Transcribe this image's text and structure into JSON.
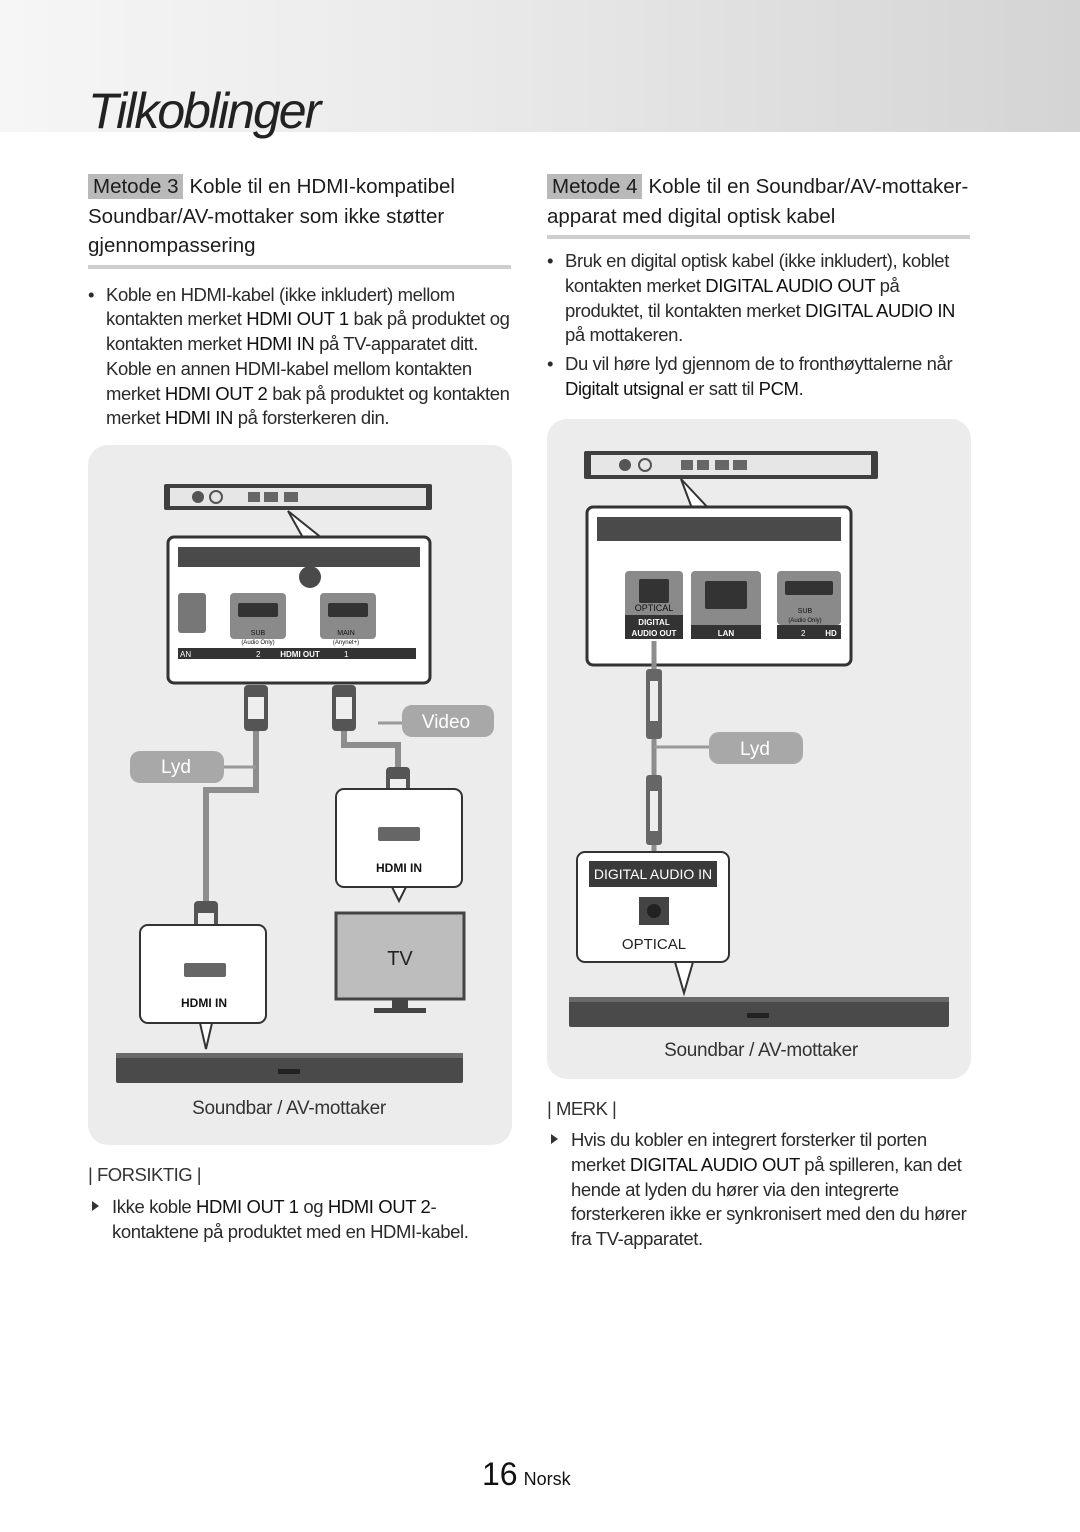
{
  "header": {
    "title": "Tilkoblinger"
  },
  "method3": {
    "tag": "Metode 3",
    "title_line1": "Koble til en HDMI-kompatibel",
    "title_line2": "Soundbar/AV-mottaker som ikke støtter",
    "title_line3": "gjennompassering",
    "bullet": {
      "t1": "Koble en HDMI-kabel (ikke inkludert) mellom kontakten merket ",
      "b1": "HDMI OUT 1",
      "t2": " bak på produktet og kontakten merket ",
      "b2": "HDMI IN",
      "t3": " på TV-apparatet ditt. Koble en annen HDMI-kabel mellom kontakten merket ",
      "b3": "HDMI OUT 2",
      "t4": " bak på produktet og kontakten merket ",
      "b4": "HDMI IN",
      "t5": " på forsterkeren din."
    },
    "diagram": {
      "port_lan": "AN",
      "port_sub": "SUB",
      "port_sub_sub": "(Audio Only)",
      "port_main": "MAIN",
      "port_main_sub": "(Anynet+)",
      "hdmi_out": "HDMI OUT",
      "num2": "2",
      "num1": "1",
      "label_video": "Video",
      "label_lyd": "Lyd",
      "hdmi_in_tv": "HDMI IN",
      "hdmi_in_amp": "HDMI IN",
      "tv": "TV"
    },
    "caption": "Soundbar / AV-mottaker",
    "caution_label": "FORSIKTIG",
    "caution": {
      "t1": "Ikke koble ",
      "b1": "HDMI OUT 1",
      "t2": " og ",
      "b2": "HDMI OUT 2",
      "t3": "-kontaktene på produktet med en HDMI-kabel."
    }
  },
  "method4": {
    "tag": "Metode 4",
    "title_line1": "Koble til en Soundbar/AV-mottaker-",
    "title_line2": "apparat med digital optisk kabel",
    "bullet1": {
      "t1": "Bruk en digital optisk kabel (ikke inkludert), koblet kontakten merket ",
      "b1": "DIGITAL AUDIO OUT",
      "t2": " på produktet, til kontakten merket ",
      "b2": "DIGITAL AUDIO IN",
      "t3": " på mottakeren."
    },
    "bullet2": {
      "t1": "Du vil høre lyd gjennom de to fronthøyttalerne når ",
      "b1": "Digitalt utsignal",
      "t2": " er satt til ",
      "b2": "PCM",
      "t3": "."
    },
    "diagram": {
      "optical": "OPTICAL",
      "digital": "DIGITAL",
      "audio_out": "AUDIO OUT",
      "lan": "LAN",
      "sub": "SUB",
      "sub_sub": "(Audio Only)",
      "num2": "2",
      "hd": "HD",
      "label_lyd": "Lyd",
      "digital_audio_in": "DIGITAL AUDIO IN",
      "optical_in": "OPTICAL"
    },
    "caption": "Soundbar / AV-mottaker",
    "note_label": "MERK",
    "note": {
      "t1": "Hvis du kobler en integrert forsterker til porten merket ",
      "b1": "DIGITAL AUDIO OUT",
      "t2": " på spilleren, kan det hende at lyden du hører via den integrerte forsterkeren ikke er synkronisert med den du hører fra TV-apparatet."
    }
  },
  "footer": {
    "page_number": "16",
    "language": "Norsk"
  },
  "colors": {
    "panel": "#ececec",
    "tag": "#b9b9b9",
    "label_bubble": "#a8a8a8",
    "device": "#4a4a4a"
  }
}
